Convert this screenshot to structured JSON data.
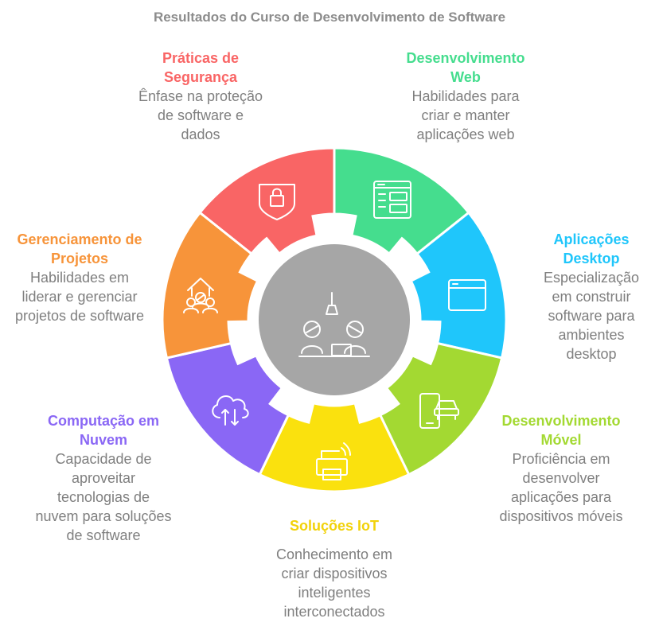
{
  "title": "Resultados do Curso de Desenvolvimento de Software",
  "colors": {
    "center": "#a6a6a6",
    "seguranca": "#f96565",
    "web": "#45dd8e",
    "desktop": "#1fc6fb",
    "movel": "#a3d932",
    "iot": "#fae10e",
    "nuvem": "#8a67f5",
    "projetos": "#f7943a"
  },
  "segments": [
    {
      "key": "seguranca",
      "title": "Práticas de Segurança",
      "description": "Ênfase na proteção de software e dados",
      "icon": "shield-lock-icon"
    },
    {
      "key": "web",
      "title": "Desenvolvimento Web",
      "description": "Habilidades para criar e manter aplicações web",
      "icon": "web-layout-icon"
    },
    {
      "key": "desktop",
      "title": "Aplicações Desktop",
      "description": "Especialização em construir software para ambientes desktop",
      "icon": "window-icon"
    },
    {
      "key": "movel",
      "title": "Desenvolvimento Móvel",
      "description": "Proficiência em desenvolver aplicações para dispositivos móveis",
      "icon": "phone-car-icon"
    },
    {
      "key": "iot",
      "title": "Soluções IoT",
      "description": "Conhecimento em criar dispositivos inteligentes interconectados",
      "icon": "printer-wifi-icon"
    },
    {
      "key": "nuvem",
      "title": "Computação em Nuvem",
      "description": "Capacidade de aproveitar tecnologias de nuvem para soluções de software",
      "icon": "cloud-transfer-icon"
    },
    {
      "key": "projetos",
      "title": "Gerenciamento de Projetos",
      "description": "Habilidades em liderar e gerenciar projetos de software",
      "icon": "team-growth-icon"
    }
  ],
  "center_icon": "developers-icon"
}
